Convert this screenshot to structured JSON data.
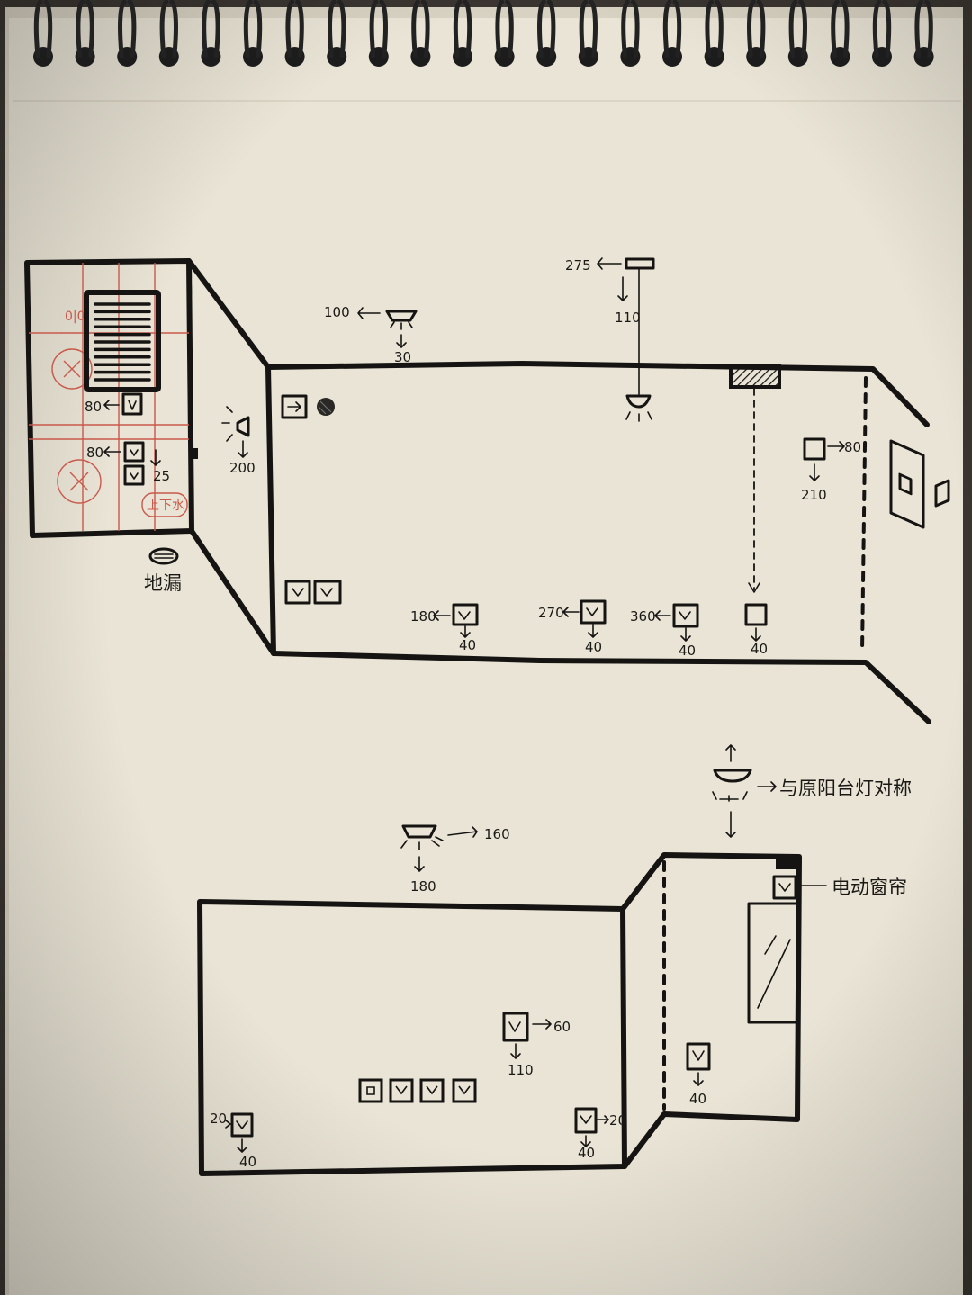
{
  "palette": {
    "paper": "#e9e4d5",
    "ink": "#151412",
    "pencil_red": "#c9594b",
    "binding": "#1c1c1c"
  },
  "top_plan": {
    "bathroom": {
      "switch_heights": [
        "80",
        "80"
      ],
      "switch_spacing": "25",
      "water_label": "上下水",
      "drain_label": "地漏"
    },
    "wall_lamp_height": "200",
    "ceiling_lamp": {
      "offset": "100",
      "depth": "30"
    },
    "pendant": {
      "offset": "275",
      "drop": "110"
    },
    "right_wall_switch": {
      "offset": "80",
      "height": "210"
    },
    "bottom_sockets": [
      {
        "offset": "180",
        "height": "40"
      },
      {
        "offset": "270",
        "height": "40"
      },
      {
        "offset": "360",
        "height": "40"
      },
      {
        "offset": "",
        "height": "40"
      }
    ]
  },
  "bottom_plan": {
    "ceiling_lamp": {
      "offset": "160",
      "depth": "180"
    },
    "balcony_lamp_note": "与原阳台灯对称",
    "curtain_label": "电动窗帘",
    "center_switch": {
      "offset": "60",
      "height": "110"
    },
    "left_socket": {
      "offset": "20",
      "height": "40"
    },
    "right_socket": {
      "offset": "20",
      "height": "40"
    },
    "balcony_socket_height": "40"
  }
}
